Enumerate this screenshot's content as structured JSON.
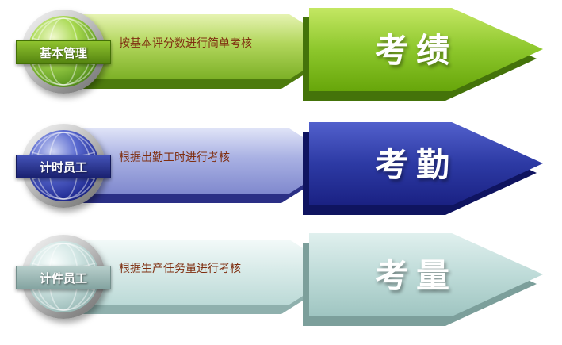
{
  "diagram": {
    "background": "#ffffff",
    "rows": [
      {
        "badge_label": "基本管理",
        "description": "按基本评分数进行简单考核",
        "arrow_label": "考绩",
        "palette": {
          "bar_top": "#e6f3b2",
          "bar_bottom": "#7cb026",
          "arrow_top": "#c4e763",
          "arrow_bottom": "#67a60a",
          "shadow": "#4d7b0d",
          "badge": "#558410",
          "sphere": "#5f9a22",
          "description_text": "#7f2e10",
          "arrow_text": "#ffffff"
        }
      },
      {
        "badge_label": "计时员工",
        "description": "根据出勤工时进行考核",
        "arrow_label": "考勤",
        "palette": {
          "bar_top": "#dfe3f7",
          "bar_bottom": "#8089ce",
          "arrow_top": "#5260cc",
          "arrow_bottom": "#1a2183",
          "shadow": "#2a2f85",
          "badge": "#1a2170",
          "sphere": "#232e96",
          "description_text": "#7f2e10",
          "arrow_text": "#ffffff"
        }
      },
      {
        "badge_label": "计件员工",
        "description": "根据生产任务量进行考核",
        "arrow_label": "考量",
        "palette": {
          "bar_top": "#f3faf9",
          "bar_bottom": "#bcdad7",
          "arrow_top": "#e0f0ee",
          "arrow_bottom": "#9fc5c1",
          "shadow": "#8fb0ad",
          "badge": "#84a4a1",
          "sphere": "#a3c2bf",
          "description_text": "#7f2e10",
          "arrow_text": "#ffffff"
        }
      }
    ]
  }
}
